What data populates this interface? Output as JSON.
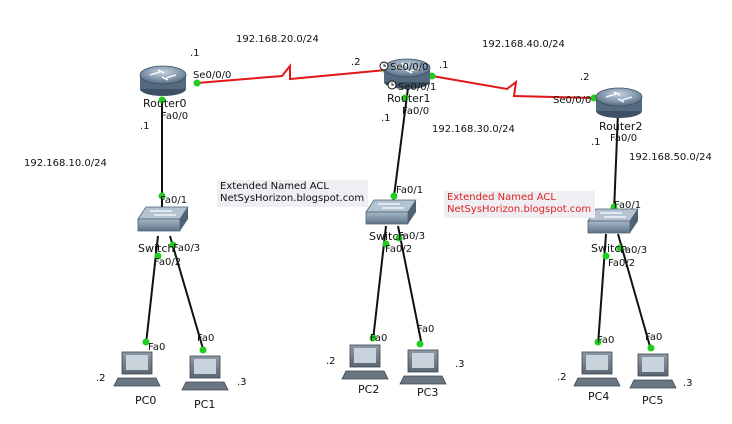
{
  "notes": [
    {
      "line1": "Extended Named ACL",
      "line2": "NetSysHorizon.blogspot.com",
      "color": "#111111"
    },
    {
      "line1": "Extended Named ACL",
      "line2": "NetSysHorizon.blogspot.com",
      "color": "#e02222"
    }
  ],
  "networks": {
    "n20": "192.168.20.0/24",
    "n40": "192.168.40.0/24",
    "n10": "192.168.10.0/24",
    "n30": "192.168.30.0/24",
    "n50": "192.168.50.0/24"
  },
  "devices": {
    "router0": "Router0",
    "router1": "Router1",
    "router2": "Router2",
    "switch": "Switch",
    "pc0": "PC0",
    "pc1": "PC1",
    "pc2": "PC2",
    "pc3": "PC3",
    "pc4": "PC4",
    "pc5": "PC5"
  },
  "interfaces": {
    "se000": "Se0/0/0",
    "se001": "Se0/0/1",
    "fa00": "Fa0/0",
    "fa01": "Fa0/1",
    "fa02": "Fa0/2",
    "fa03": "Fa0/3",
    "fa0": "Fa0"
  },
  "hosts": {
    "h1": ".1",
    "h2": ".2",
    "h3": ".3"
  },
  "colors": {
    "serial_link": "#e01818",
    "ethernet_link": "#111111",
    "link_up": "#22cc22",
    "router_body": "#7d93a8"
  }
}
